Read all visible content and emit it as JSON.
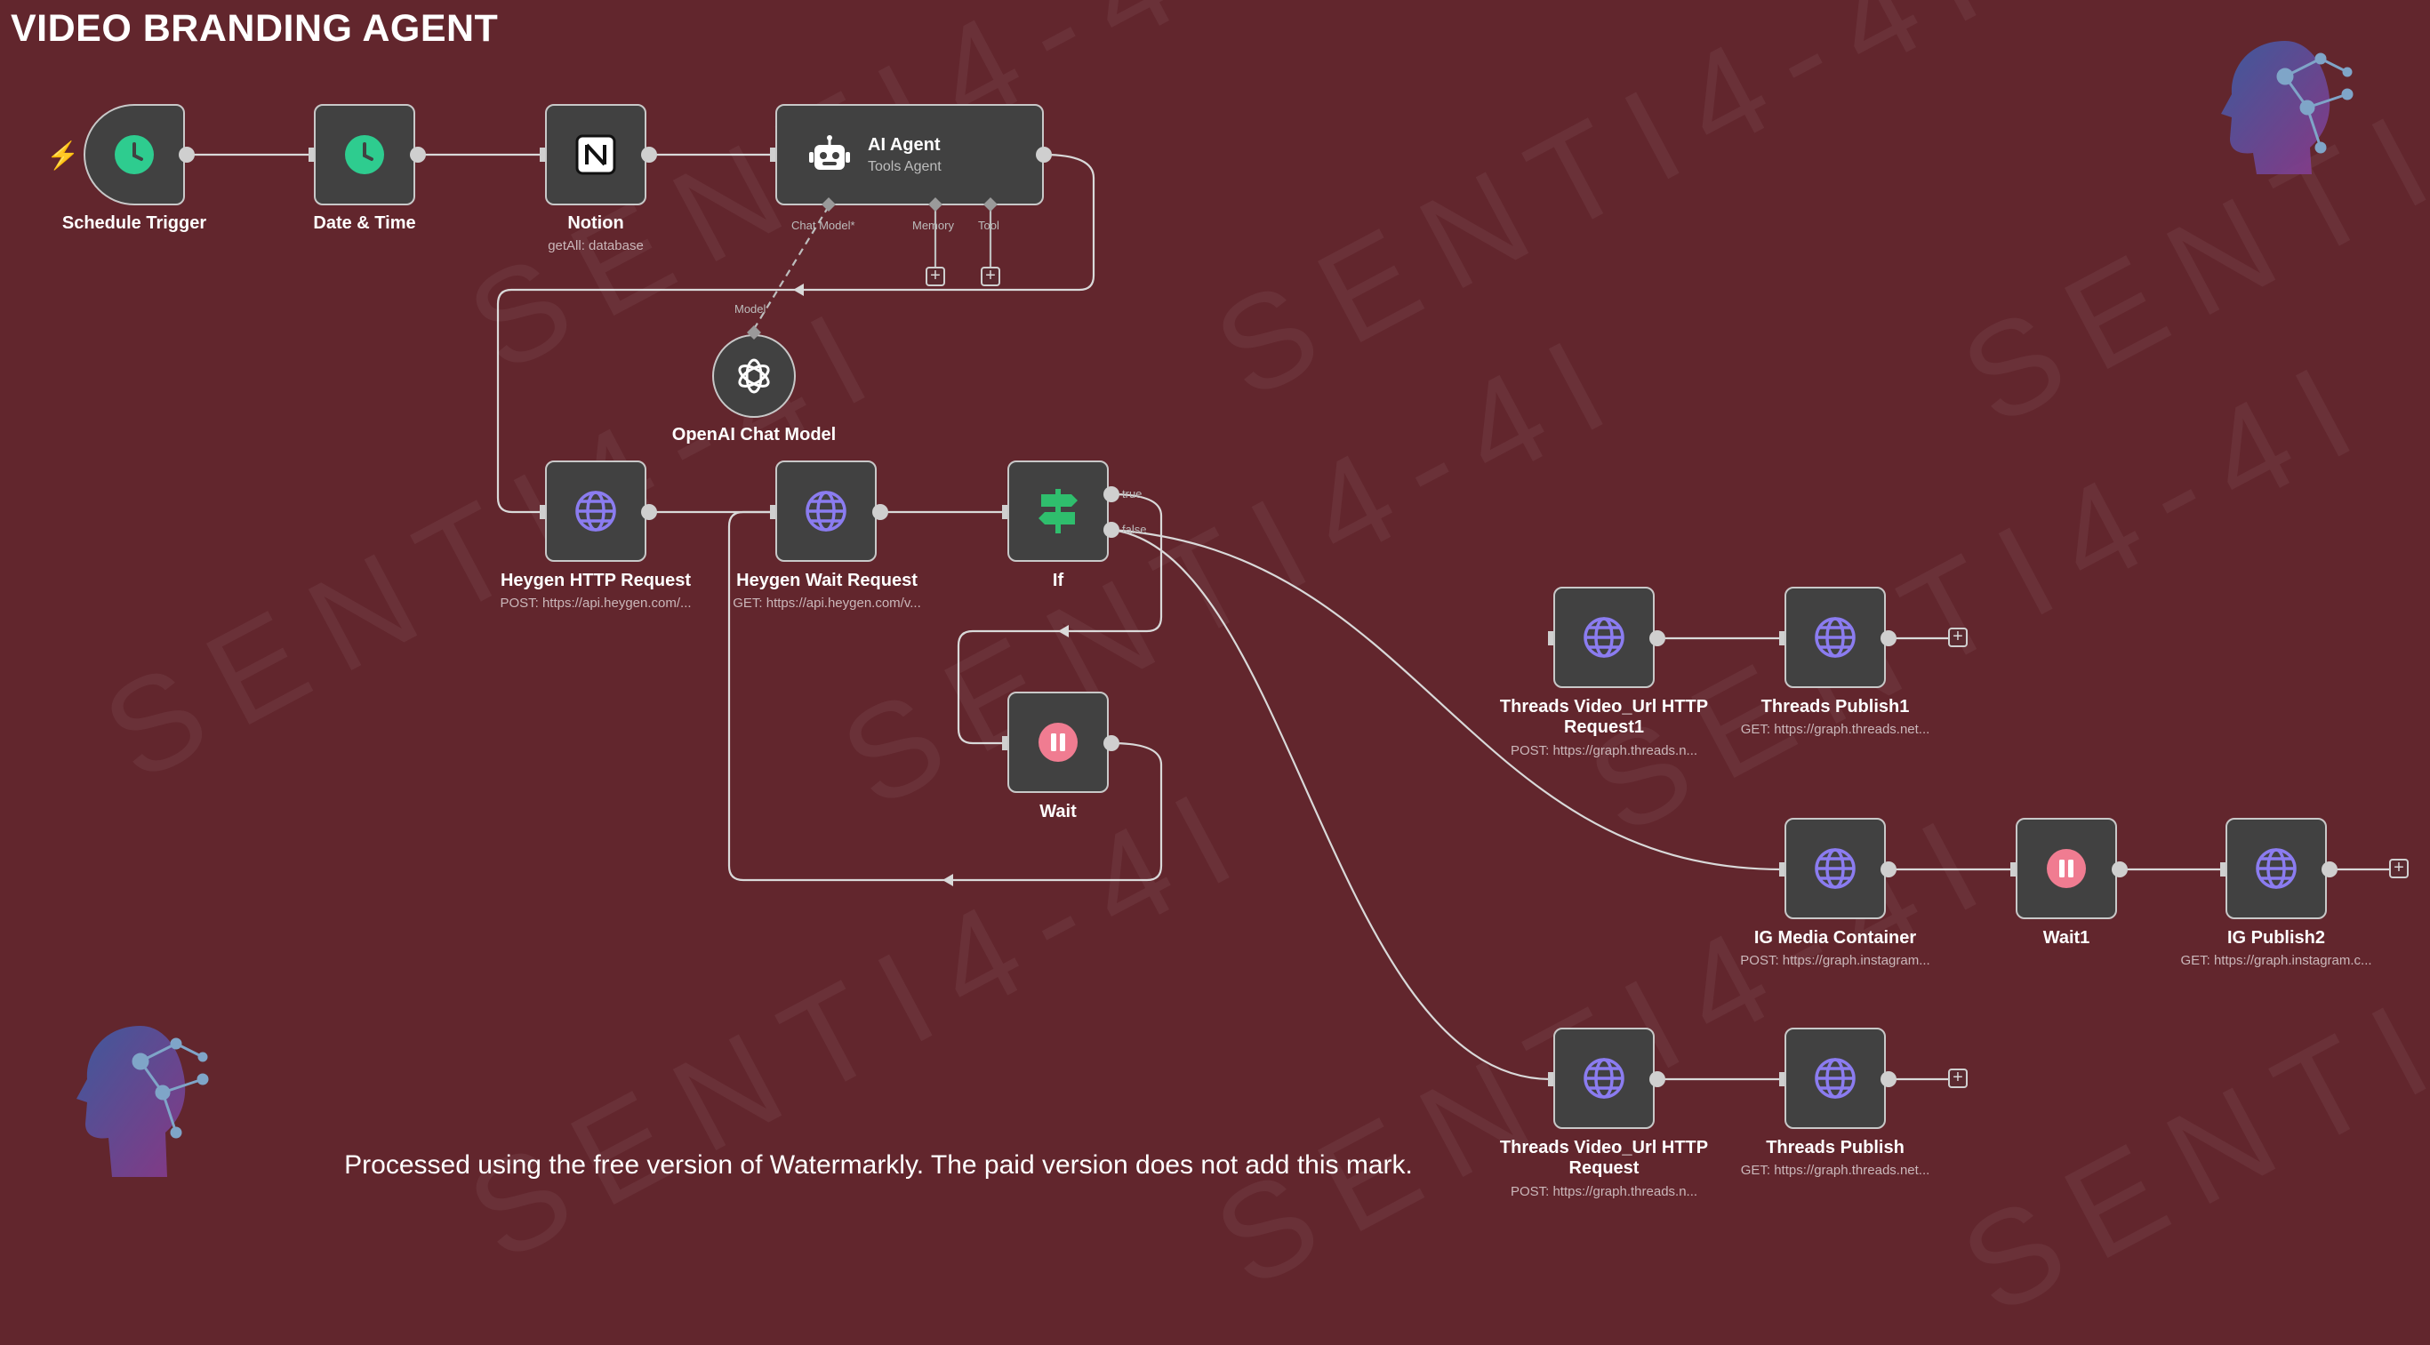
{
  "title": "VIDEO BRANDING AGENT",
  "watermark_text": "SENTI4-4I",
  "footer_note": "Processed using the free version of Watermarkly. The paid version does not add this mark.",
  "nodes": {
    "schedule": {
      "label": "Schedule Trigger",
      "icon": "clock-icon"
    },
    "datetime": {
      "label": "Date & Time",
      "icon": "clock-icon"
    },
    "notion": {
      "label": "Notion",
      "sub": "getAll: database",
      "icon": "notion-icon"
    },
    "agent": {
      "label": "AI Agent",
      "sub": "Tools Agent",
      "icon": "robot-icon",
      "ports": {
        "chat_model": "Chat Model*",
        "memory": "Memory",
        "tool": "Tool"
      }
    },
    "openai": {
      "label": "OpenAI Chat Model",
      "port": "Model",
      "icon": "openai-icon"
    },
    "heygen_http": {
      "label": "Heygen HTTP Request",
      "sub": "POST: https://api.heygen.com/..."
    },
    "heygen_wait": {
      "label": "Heygen Wait Request",
      "sub": "GET: https://api.heygen.com/v..."
    },
    "if": {
      "label": "If",
      "true_label": "true",
      "false_label": "false"
    },
    "wait": {
      "label": "Wait"
    },
    "threads_video1": {
      "label": "Threads Video_Url HTTP Request1",
      "sub": "POST: https://graph.threads.n..."
    },
    "threads_publish1": {
      "label": "Threads Publish1",
      "sub": "GET: https://graph.threads.net..."
    },
    "ig_container": {
      "label": "IG Media Container",
      "sub": "POST: https://graph.instagram..."
    },
    "wait1": {
      "label": "Wait1"
    },
    "ig_publish2": {
      "label": "IG Publish2",
      "sub": "GET: https://graph.instagram.c..."
    },
    "threads_video": {
      "label": "Threads Video_Url HTTP Request",
      "sub": "POST: https://graph.threads.n..."
    },
    "threads_publish": {
      "label": "Threads Publish",
      "sub": "GET: https://graph.threads.net..."
    }
  },
  "colors": {
    "background": "#62262d",
    "node": "#414141",
    "clock": "#2ecc8f",
    "globe": "#8b7cf0",
    "if": "#2fbe6d",
    "pause": "#f07c91",
    "trigger_bolt": "#ff6b5a"
  }
}
